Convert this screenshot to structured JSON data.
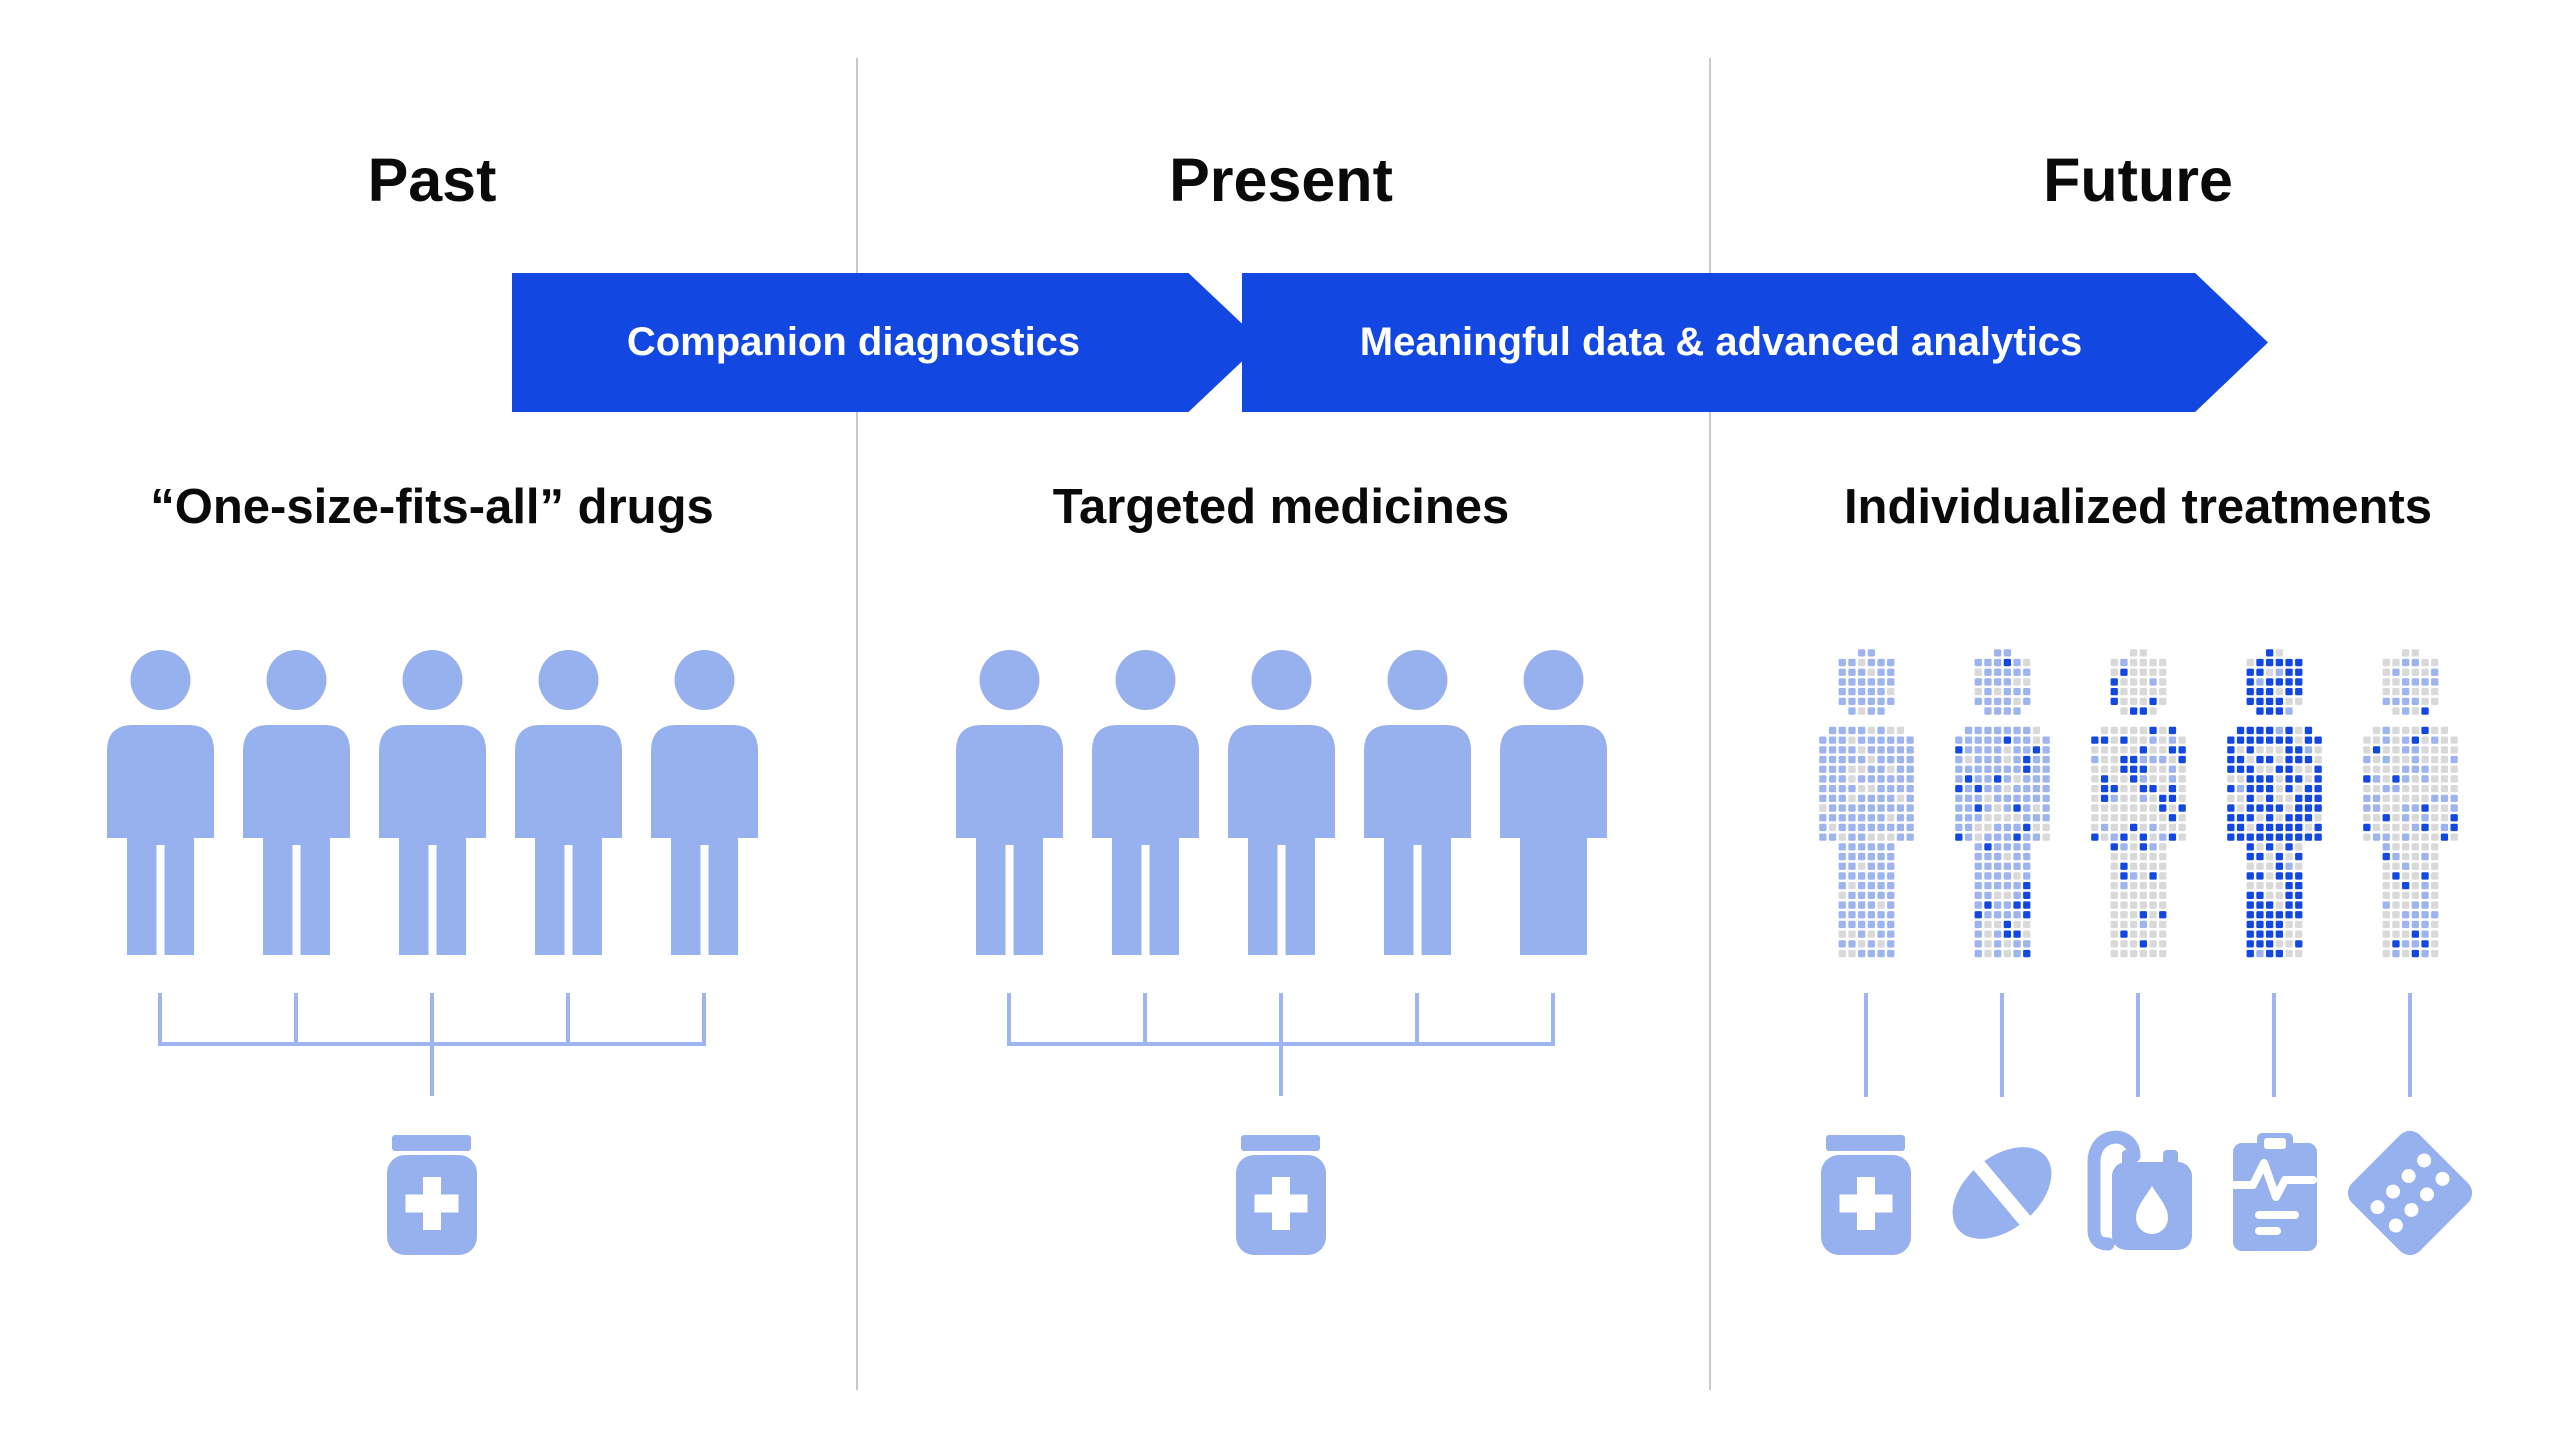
{
  "colors": {
    "arrow_blue": "#1247e1",
    "figure_blue": "#97b0ee",
    "tile_light": "#9eb4ef",
    "tile_gray": "#d9d9d9",
    "tile_dark": "#1247e1",
    "bracket_blue": "#9fb5f0",
    "divider_gray": "#c9c9c9",
    "text_black": "#0a0a0a",
    "arrow_text": "#ffffff",
    "icon_cutout": "#ffffff"
  },
  "timeline": {
    "eras": [
      {
        "label": "Past"
      },
      {
        "label": "Present"
      },
      {
        "label": "Future"
      }
    ],
    "arrows": [
      {
        "label": "Companion diagnostics"
      },
      {
        "label": "Meaningful data & advanced analytics"
      }
    ]
  },
  "sections": [
    {
      "heading": "“One-size-fits-all” drugs",
      "people_style": "solid",
      "people_count": 5,
      "grouping": "single-bracket",
      "treatment_icons": [
        "pill-bottle-icon"
      ]
    },
    {
      "heading": "Targeted medicines",
      "people_style": "solid",
      "people_count": 5,
      "grouping": "single-bracket",
      "treatment_icons": [
        "pill-bottle-icon"
      ]
    },
    {
      "heading": "Individualized treatments",
      "people_style": "mosaic",
      "people_count": 5,
      "grouping": "individual-lines",
      "treatment_icons": [
        "pill-bottle-icon",
        "capsule-icon",
        "infusion-bag-icon",
        "clipboard-icon",
        "blister-pack-icon"
      ],
      "mosaic_mixes": [
        {
          "light": 0.82,
          "gray": 0.18,
          "dark": 0.0,
          "seed": 11
        },
        {
          "light": 0.66,
          "gray": 0.16,
          "dark": 0.18,
          "seed": 22
        },
        {
          "light": 0.1,
          "gray": 0.72,
          "dark": 0.18,
          "seed": 33
        },
        {
          "light": 0.05,
          "gray": 0.25,
          "dark": 0.7,
          "seed": 44
        },
        {
          "light": 0.3,
          "gray": 0.6,
          "dark": 0.1,
          "seed": 55
        }
      ]
    }
  ]
}
